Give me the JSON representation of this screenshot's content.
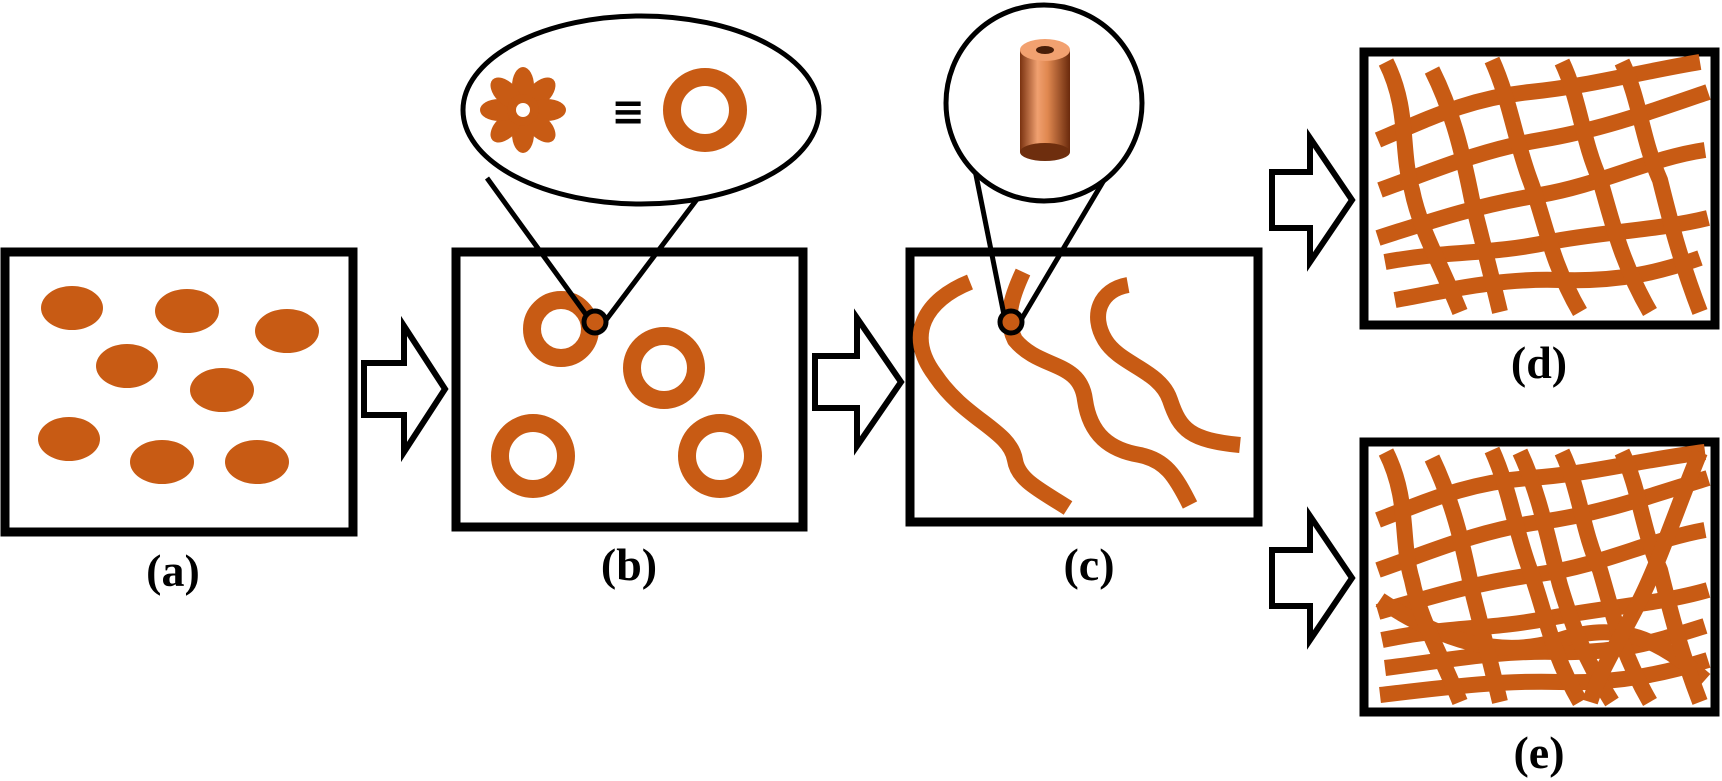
{
  "colors": {
    "material": "#c85b14",
    "outline": "#000000",
    "background": "#ffffff"
  },
  "panels": [
    {
      "id": "a",
      "label": "(a)",
      "content": "dispersed droplets"
    },
    {
      "id": "b",
      "label": "(b)",
      "content": "rings"
    },
    {
      "id": "c",
      "label": "(c)",
      "content": "wavy fibers"
    },
    {
      "id": "d",
      "label": "(d)",
      "content": "fiber network"
    },
    {
      "id": "e",
      "label": "(e)",
      "content": "dense fiber network"
    }
  ],
  "callouts": {
    "b": {
      "symbol": "≡",
      "left": "flower-shaped micelle",
      "right": "ring"
    },
    "c": {
      "content": "hollow tube"
    }
  },
  "arrows": [
    "a-to-b",
    "b-to-c",
    "c-to-d",
    "c-to-e"
  ]
}
